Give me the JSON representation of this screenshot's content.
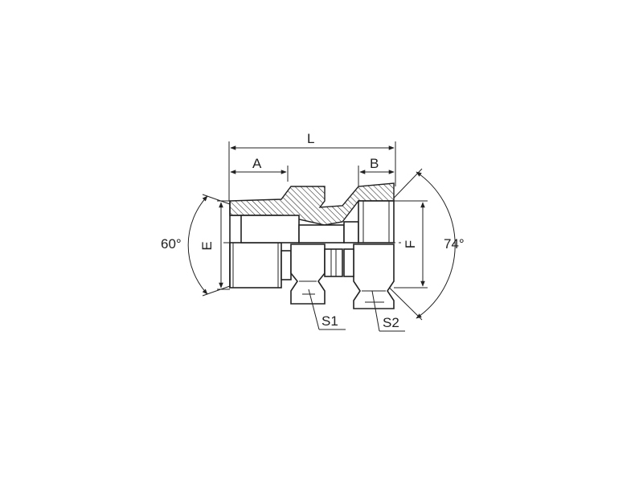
{
  "dimensions": {
    "L": "L",
    "A": "A",
    "B": "B",
    "E": "E",
    "F": "F",
    "S1": "S1",
    "S2": "S2"
  },
  "angles": {
    "left": "60°",
    "right": "74°"
  }
}
